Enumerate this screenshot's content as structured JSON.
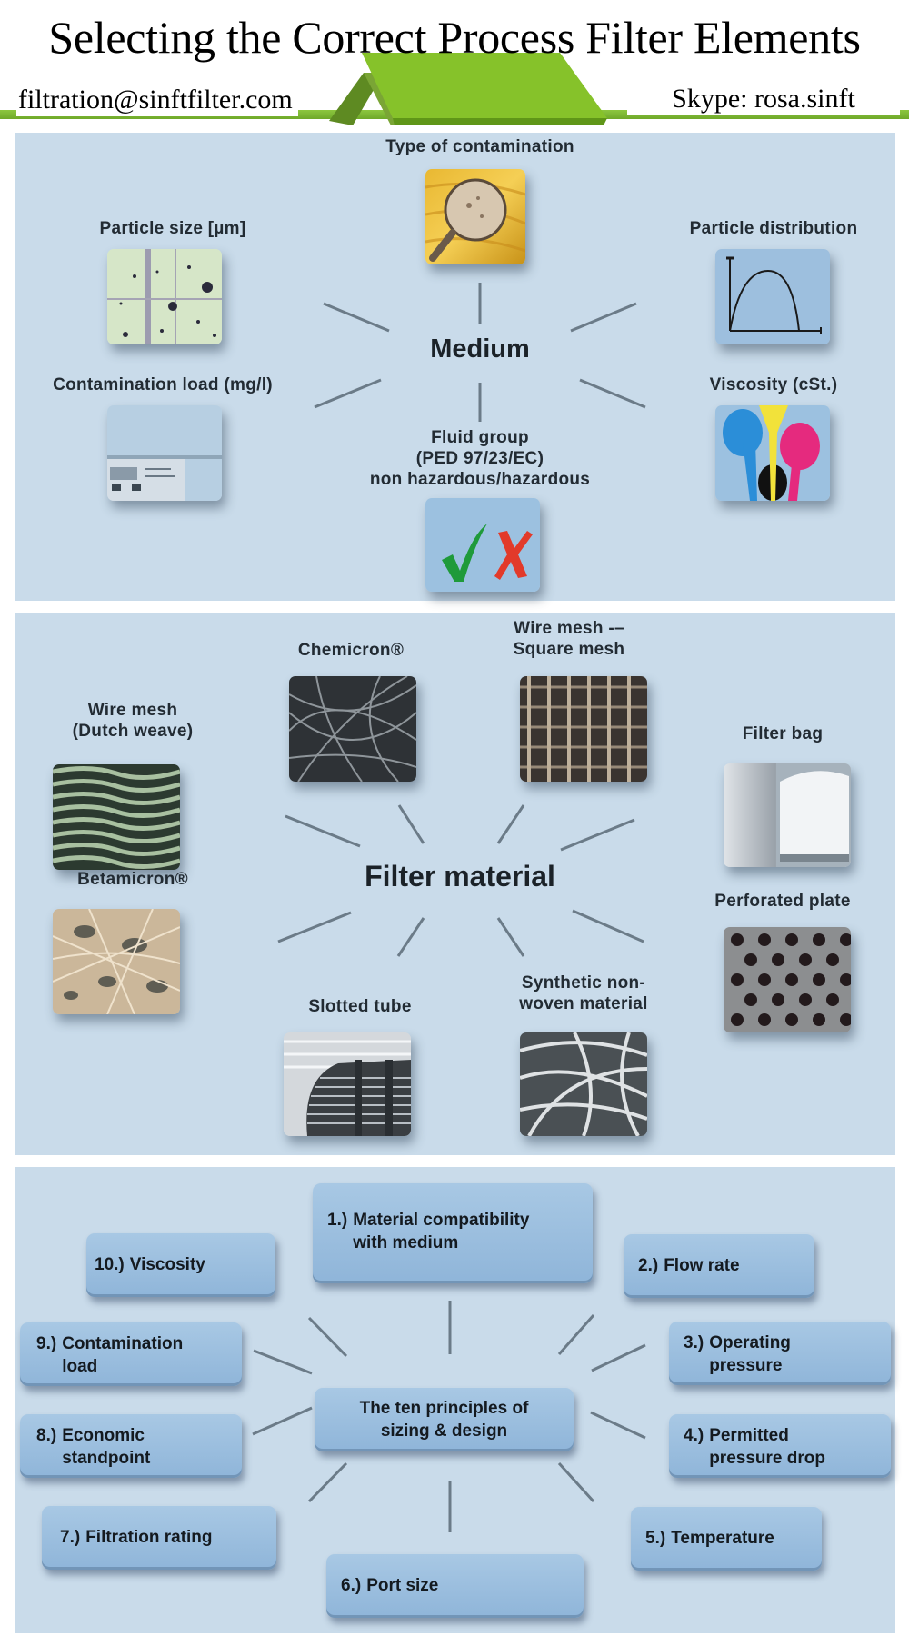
{
  "header": {
    "title": "Selecting the Correct Process Filter Elements",
    "email": "filtration@sinftfilter.com",
    "skype": "Skype: rosa.sinft",
    "accent_color": "#8cc63f"
  },
  "medium": {
    "hub_label": "Medium",
    "background_color": "#c9dbea",
    "factors": [
      {
        "label": "Type of contamination",
        "icon": "magnifier-icon"
      },
      {
        "label": "Particle size [µm]",
        "icon": "particle-sample-icon"
      },
      {
        "label": "Particle distribution",
        "icon": "distribution-curve-icon"
      },
      {
        "label": "Contamination load (mg/l)",
        "icon": "scale-icon"
      },
      {
        "label": "Viscosity (cSt.)",
        "icon": "paint-pour-icon"
      },
      {
        "label_lines": [
          "Fluid group",
          "(PED 97/23/EC)",
          "non hazardous/hazardous"
        ],
        "icon": "check-cross-icon"
      }
    ]
  },
  "filter_material": {
    "hub_label": "Filter material",
    "materials": [
      {
        "label": "Chemicron®",
        "icon": "fiber-mesh-dark-icon"
      },
      {
        "label_lines": [
          "Wire mesh -–",
          "Square mesh"
        ],
        "icon": "square-mesh-icon"
      },
      {
        "label_lines": [
          "Wire mesh",
          "(Dutch weave)"
        ],
        "icon": "dutch-weave-icon"
      },
      {
        "label": "Filter bag",
        "icon": "filter-bag-icon"
      },
      {
        "label": "Betamicron®",
        "icon": "fiber-mesh-beige-icon"
      },
      {
        "label": "Perforated plate",
        "icon": "perforated-plate-icon"
      },
      {
        "label": "Slotted tube",
        "icon": "slotted-tube-icon"
      },
      {
        "label_lines": [
          "Synthetic non-",
          "woven material"
        ],
        "icon": "nonwoven-icon"
      }
    ]
  },
  "principles": {
    "hub_lines": [
      "The ten principles of",
      "sizing & design"
    ],
    "items": [
      {
        "num": "1.)",
        "lines": [
          "Material compatibility",
          "with medium"
        ]
      },
      {
        "num": "2.)",
        "lines": [
          "Flow rate"
        ]
      },
      {
        "num": "3.)",
        "lines": [
          "Operating",
          "pressure"
        ]
      },
      {
        "num": "4.)",
        "lines": [
          "Permitted",
          "pressure drop"
        ]
      },
      {
        "num": "5.)",
        "lines": [
          "Temperature"
        ]
      },
      {
        "num": "6.)",
        "lines": [
          "Port size"
        ]
      },
      {
        "num": "7.)",
        "lines": [
          "Filtration rating"
        ]
      },
      {
        "num": "8.)",
        "lines": [
          "Economic",
          "standpoint"
        ]
      },
      {
        "num": "9.)",
        "lines": [
          "Contamination",
          "load"
        ]
      },
      {
        "num": "10.)",
        "lines": [
          "Viscosity"
        ]
      }
    ]
  }
}
